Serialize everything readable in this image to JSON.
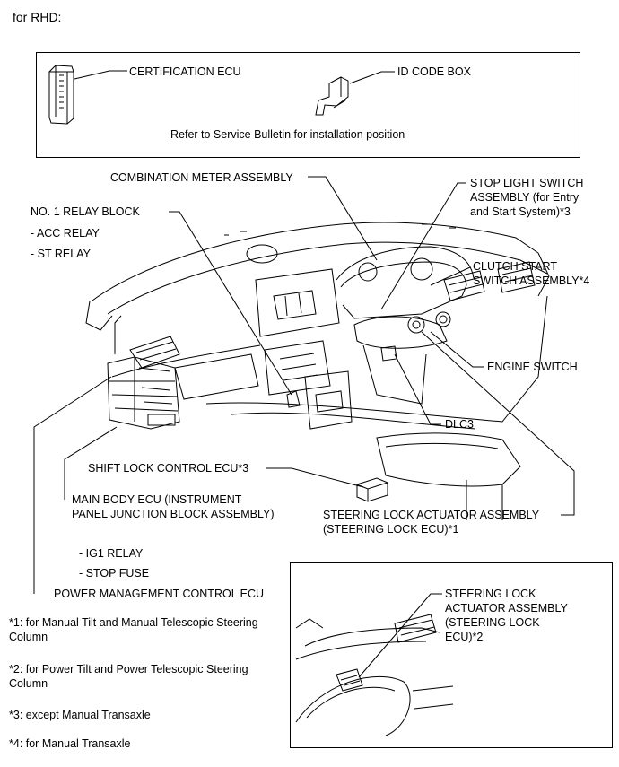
{
  "heading": "for RHD:",
  "top_box": {
    "certification_ecu": "CERTIFICATION ECU",
    "id_code_box": "ID CODE BOX",
    "note": "Refer to Service Bulletin for installation position"
  },
  "labels": {
    "combination_meter": "COMBINATION METER ASSEMBLY",
    "stop_light_switch": [
      "STOP LIGHT SWITCH",
      "ASSEMBLY (for Entry",
      "and Start System)*3"
    ],
    "relay_block": "NO. 1 RELAY BLOCK",
    "acc_relay": "- ACC RELAY",
    "st_relay": "- ST RELAY",
    "clutch_start_switch": [
      "CLUTCH START",
      "SWITCH ASSEMBLY*4"
    ],
    "engine_switch": "ENGINE SWITCH",
    "dlc3": "DLC3",
    "shift_lock_ecu": "SHIFT LOCK CONTROL ECU*3",
    "main_body_ecu": [
      "MAIN BODY ECU (INSTRUMENT",
      "PANEL JUNCTION BLOCK ASSEMBLY)"
    ],
    "steering_lock_actuator": [
      "STEERING LOCK ACTUATOR ASSEMBLY",
      "(STEERING LOCK ECU)*1"
    ],
    "ig1_relay": "- IG1 RELAY",
    "stop_fuse": "- STOP FUSE",
    "power_mgmt_ecu": "POWER MANAGEMENT CONTROL ECU"
  },
  "inset_label": [
    "STEERING LOCK",
    "ACTUATOR ASSEMBLY",
    "(STEERING LOCK",
    "ECU)*2"
  ],
  "footnotes": [
    [
      "*1: for Manual Tilt and Manual Telescopic Steering",
      "Column"
    ],
    [
      "*2: for Power Tilt and Power Telescopic Steering",
      "Column"
    ],
    [
      "*3: except Manual Transaxle"
    ],
    [
      "*4: for Manual Transaxle"
    ]
  ]
}
